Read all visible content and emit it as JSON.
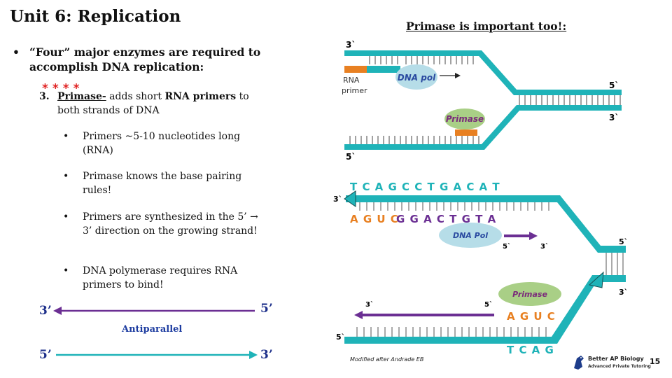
{
  "slide": {
    "title": "Unit 6: Replication",
    "page_number": "15"
  },
  "left": {
    "bullet_main": "“Four” major enzymes are required to accomplish DNA replication:",
    "item3": {
      "number": "3.",
      "term": "Primase-",
      "text_a": " adds short ",
      "bold_b": "RNA primers",
      "text_c": " to both strands of DNA"
    },
    "handwritten_marks": "⁎⁎⁎⁎",
    "sub_bullets": [
      "Primers ~5-10 nucleotides long (RNA)",
      "Primase knows the base pairing rules!",
      "Primers are synthesized in the 5’ → 3’ direction on the growing strand!",
      "DNA polymerase requires RNA primers to bind!"
    ],
    "antiparallel": {
      "top_left": "3’",
      "top_right": "5’",
      "bottom_left": "5’",
      "bottom_right": "3’",
      "label": "Antiparallel"
    }
  },
  "right": {
    "title": "Primase is important too!:",
    "top_diagram": {
      "end_top_left": "3`",
      "end_bottom_left": "5`",
      "end_right_top": "5`",
      "end_right_bottom": "3`",
      "rna_primer_label": "RNA primer",
      "dna_pol_label": "DNA pol",
      "primase_label": "Primase"
    },
    "bottom_diagram": {
      "template_top_seq": "T C A G C C T G A C A T",
      "new_strand_rna": "A G U C",
      "new_strand_dna": "G G A C T G T A",
      "end_top_left": "3`",
      "end_right_top": "5`",
      "end_right_bottom": "3`",
      "end_bottom_left": "5`",
      "dna_pol_label": "DNA Pol",
      "dna_pol_5": "5`",
      "dna_pol_3": "3`",
      "primase_label": "Primase",
      "lower_arrow_3": "3`",
      "lower_arrow_5": "5`",
      "primer_seq": "A G U C",
      "template_bottom_seq": "T C A G"
    },
    "credit": "Modified after Andrade EB"
  },
  "logo": {
    "name": "Better AP Biology",
    "tagline": "Advanced Private Tutoring"
  },
  "colors": {
    "teal": "#1fb3b8",
    "purple": "#6b2f93",
    "orange": "#e88022",
    "dna_pol_bubble": "#b6dde8",
    "primase_bubble": "#a9cf86",
    "navy": "#1d2f8a"
  }
}
